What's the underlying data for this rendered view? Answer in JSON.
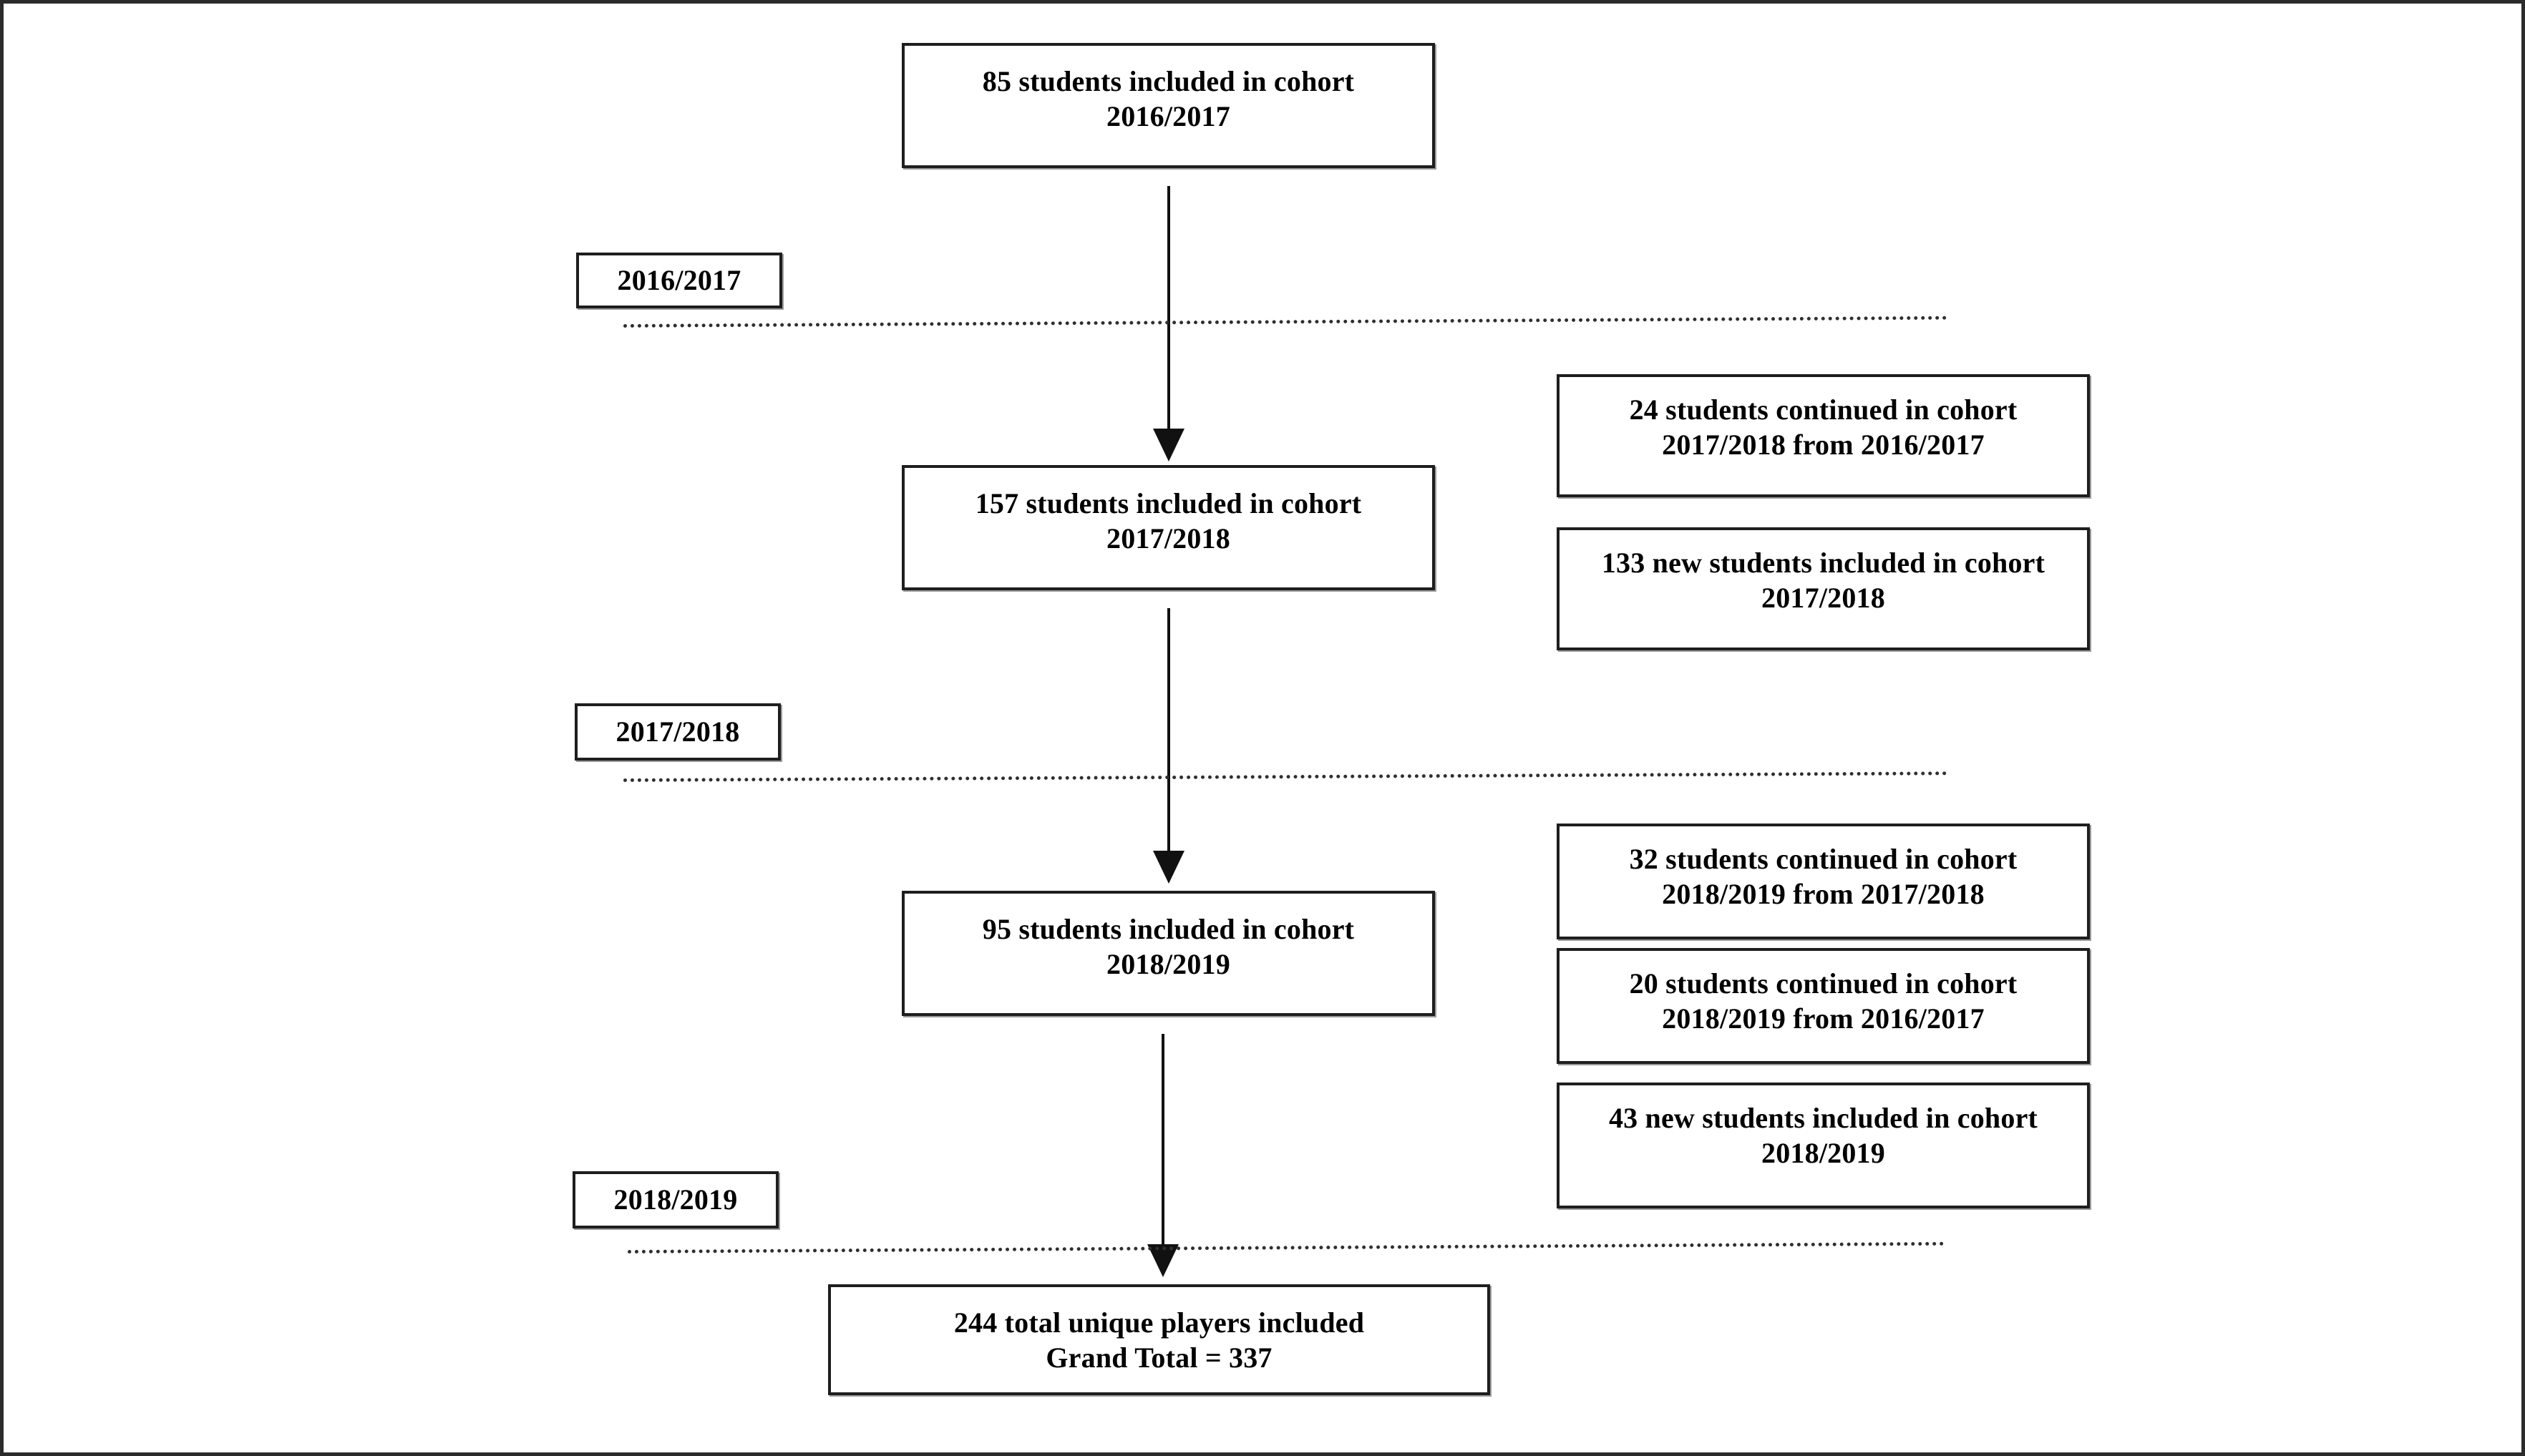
{
  "figure": {
    "title": "Student cohort inclusion flow diagram",
    "border_color": "#2b2b2b",
    "background": "#ffffff",
    "box_border_color": "#1e1e1e",
    "line_color": "#111111",
    "separator_color": "#2f2f2f"
  },
  "flow_boxes": [
    {
      "id": "cohort-2016-2017",
      "text": "85 students included in cohort\n2016/2017"
    },
    {
      "id": "cohort-2017-2018",
      "text": "157 students included in cohort\n2017/2018"
    },
    {
      "id": "cohort-2018-2019",
      "text": "95 students included in cohort\n2018/2019"
    },
    {
      "id": "grand-total",
      "text": "244 total unique players included\nGrand Total = 337"
    }
  ],
  "year_labels": [
    {
      "id": "year-2016-2017",
      "text": "2016/2017"
    },
    {
      "id": "year-2017-2018",
      "text": "2017/2018"
    },
    {
      "id": "year-2018-2019",
      "text": "2018/2019"
    }
  ],
  "annotations": [
    {
      "id": "continued-24",
      "text": "24 students continued in cohort\n2017/2018 from 2016/2017"
    },
    {
      "id": "new-133",
      "text": "133 new students included in cohort\n2017/2018"
    },
    {
      "id": "continued-32",
      "text": "32 students continued in cohort\n2018/2019 from 2017/2018"
    },
    {
      "id": "continued-20",
      "text": "20 students continued in cohort\n2018/2019 from 2016/2017"
    },
    {
      "id": "new-43",
      "text": "43 new students included in cohort\n2018/2019"
    }
  ],
  "chart_data": {
    "type": "flowchart",
    "title": "Student cohort inclusion flow",
    "nodes": [
      {
        "id": "cohort-2016-2017",
        "label": "85 students included in cohort 2016/2017",
        "count": 85,
        "cohort": "2016/2017",
        "kind": "cohort"
      },
      {
        "id": "cohort-2017-2018",
        "label": "157 students included in cohort 2017/2018",
        "count": 157,
        "cohort": "2017/2018",
        "kind": "cohort"
      },
      {
        "id": "cohort-2018-2019",
        "label": "95 students included in cohort 2018/2019",
        "count": 95,
        "cohort": "2018/2019",
        "kind": "cohort"
      },
      {
        "id": "grand-total",
        "label": "244 total unique players included, Grand Total = 337",
        "unique_players": 244,
        "grand_total": 337,
        "kind": "total"
      },
      {
        "id": "continued-24",
        "label": "24 students continued in cohort 2017/2018 from 2016/2017",
        "count": 24,
        "kind": "annotation"
      },
      {
        "id": "new-133",
        "label": "133 new students included in cohort 2017/2018",
        "count": 133,
        "kind": "annotation"
      },
      {
        "id": "continued-32",
        "label": "32 students continued in cohort 2018/2019 from 2017/2018",
        "count": 32,
        "kind": "annotation"
      },
      {
        "id": "continued-20",
        "label": "20 students continued in cohort 2018/2019 from 2016/2017",
        "count": 20,
        "kind": "annotation"
      },
      {
        "id": "new-43",
        "label": "43 new students included in cohort 2018/2019",
        "count": 43,
        "kind": "annotation"
      }
    ],
    "edges": [
      {
        "from": "cohort-2016-2017",
        "to": "cohort-2017-2018",
        "style": "solid-arrow"
      },
      {
        "from": "cohort-2017-2018",
        "to": "cohort-2018-2019",
        "style": "solid-arrow"
      },
      {
        "from": "cohort-2018-2019",
        "to": "grand-total",
        "style": "solid-arrow"
      }
    ],
    "phase_separators": [
      "2016/2017",
      "2017/2018",
      "2018/2019"
    ]
  }
}
